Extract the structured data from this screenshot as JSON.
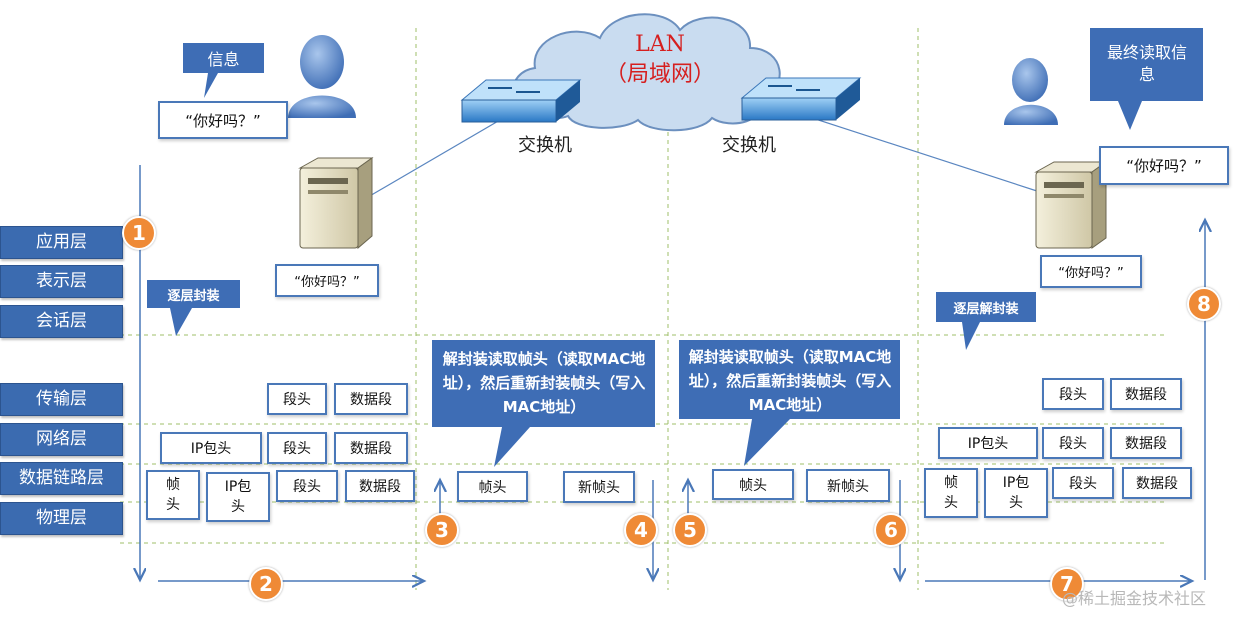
{
  "cloud": {
    "line1": "LAN",
    "line2": "（局域网）"
  },
  "switches": [
    {
      "label": "交换机"
    },
    {
      "label": "交换机"
    }
  ],
  "layers": [
    "应用层",
    "表示层",
    "会话层",
    "传输层",
    "网络层",
    "数据链路层",
    "物理层"
  ],
  "sender": {
    "info_callout": "信息",
    "message": "“你好吗？”",
    "server_message": "“你好吗？”",
    "encap_callout": "逐层封装",
    "transport": {
      "seg_head": "段头",
      "data": "数据段"
    },
    "network": {
      "ip_head": "IP包头",
      "seg_head": "段头",
      "data": "数据段"
    },
    "link": {
      "frame_head": "帧头",
      "ip_head": "IP包头",
      "seg_head": "段头",
      "data": "数据段"
    }
  },
  "switch1": {
    "callout": "解封装读取帧头（读取MAC地址），然后重新封装帧头（写入MAC地址）",
    "frame_head": "帧头",
    "new_frame_head": "新帧头"
  },
  "switch2": {
    "callout": "解封装读取帧头（读取MAC地址），然后重新封装帧头（写入MAC地址）",
    "frame_head": "帧头",
    "new_frame_head": "新帧头"
  },
  "receiver": {
    "final_callout": "最终读取信息",
    "message": "“你好吗？”",
    "server_message": "“你好吗？”",
    "decap_callout": "逐层解封装",
    "transport": {
      "seg_head": "段头",
      "data": "数据段"
    },
    "network": {
      "ip_head": "IP包头",
      "seg_head": "段头",
      "data": "数据段"
    },
    "link": {
      "frame_head": "帧头",
      "ip_head": "IP包头",
      "seg_head": "段头",
      "data": "数据段"
    }
  },
  "steps": [
    "1",
    "2",
    "3",
    "4",
    "5",
    "6",
    "7",
    "8"
  ],
  "watermark": "@稀土掘金技术社区",
  "colors": {
    "layer": "#3b6bb0",
    "badge": "#ef8a36",
    "callout": "#4a78b8",
    "cloud": "#c9dcf0"
  }
}
